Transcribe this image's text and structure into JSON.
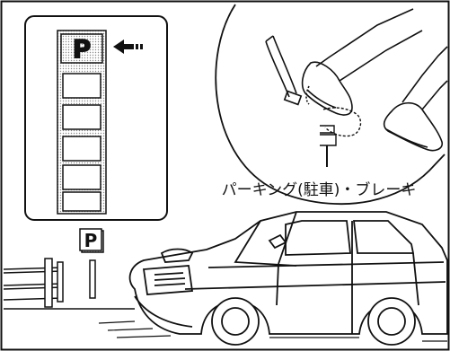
{
  "indicator": {
    "letter": "P",
    "arrow_icon": "pointer-arrow-icon",
    "slot_count": 5
  },
  "caption": "パーキング(駐車)・ブレーキ",
  "sign": {
    "letter": "P",
    "icon": "parking-sign-icon"
  },
  "colors": {
    "ink": "#111111",
    "highlight_dots": "#9a9a9a",
    "background": "#ffffff"
  }
}
